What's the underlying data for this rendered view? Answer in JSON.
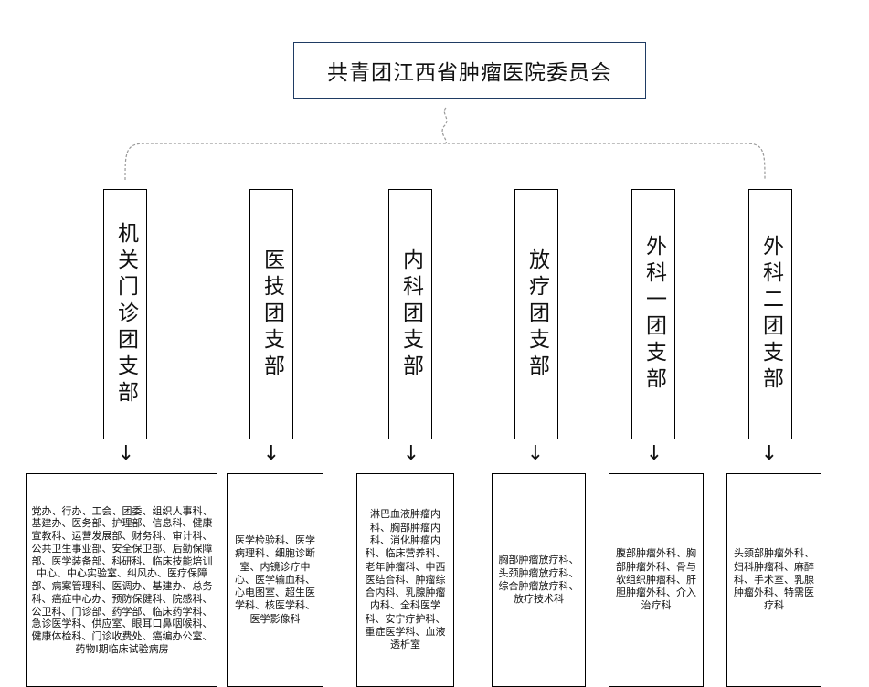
{
  "root": {
    "title": "共青团江西省肿瘤医院委员会"
  },
  "branches": [
    {
      "title": "机关门诊团支部",
      "arrow": "↓",
      "members": "党办、行办、工会、团委、组织人事科、基建办、医务部、护理部、信息科、健康宣教科、运营发展部、财务科、审计科、公共卫生事业部、安全保卫部、后勤保障部、医学装备部、科研科、临床技能培训中心、中心实验室、纠风办、医疗保障部、病案管理科、医调办、基建办、总务科、癌症中心办、预防保健科、院感科、公卫科、门诊部、药学部、临床药学科、急诊医学科、供应室、眼耳口鼻咽喉科、健康体检科、门诊收费处、癌编办公室、药物I期临床试验病房"
    },
    {
      "title": "医技团支部",
      "arrow": "↓",
      "members": "医学检验科、医学病理科、细胞诊断室、内镜诊疗中心、医学输血科、心电图室、超生医学科、核医学科、医学影像科"
    },
    {
      "title": "内科团支部",
      "arrow": "↓",
      "members": "淋巴血液肿瘤内科、胸部肿瘤内科、消化肿瘤内科、临床营养科、老年肿瘤科、中西医结合科、肿瘤综合内科、乳腺肿瘤内科、全科医学科、安宁疗护科、重症医学科、血液透析室"
    },
    {
      "title": "放疗团支部",
      "arrow": "↓",
      "members": "胸部肿瘤放疗科、头颈肿瘤放疗科、综合肿瘤放疗科、放疗技术科"
    },
    {
      "title": "外科一团支部",
      "arrow": "↓",
      "members": "腹部肿瘤外科、胸部肿瘤外科、骨与软组织肿瘤科、肝胆肿瘤外科、介入治疗科"
    },
    {
      "title": "外科二团支部",
      "arrow": "↓",
      "members": "头颈部肿瘤外科、妇科肿瘤科、麻醉科、手术室、乳腺肿瘤外科、特需医疗科"
    }
  ]
}
